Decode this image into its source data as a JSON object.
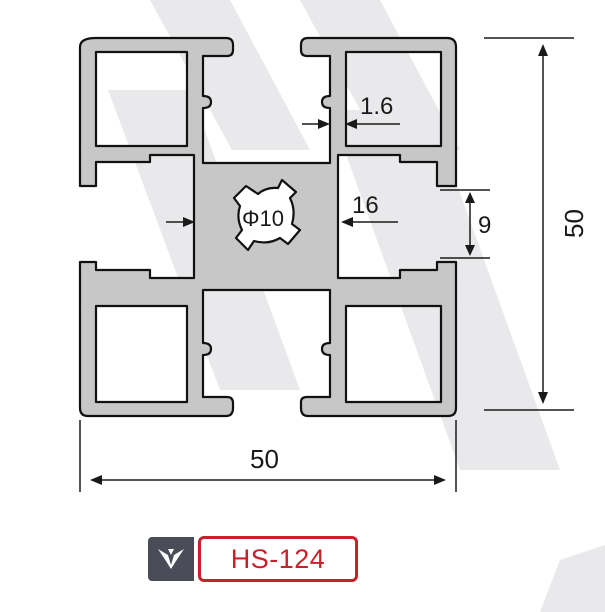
{
  "dimensions": {
    "wall_thickness": "1.6",
    "core_width": "16",
    "slot_width": "9",
    "height": "50",
    "width": "50",
    "center_bore": "Φ10"
  },
  "product": {
    "model": "HS-124",
    "logo_icon": "hs-wing-logo-icon"
  },
  "colors": {
    "profile_fill": "#c7c7c7",
    "profile_stroke": "#111111",
    "watermark": "#e9e9eb",
    "model_red": "#c4232b",
    "logo_bg": "#4a4d58"
  }
}
